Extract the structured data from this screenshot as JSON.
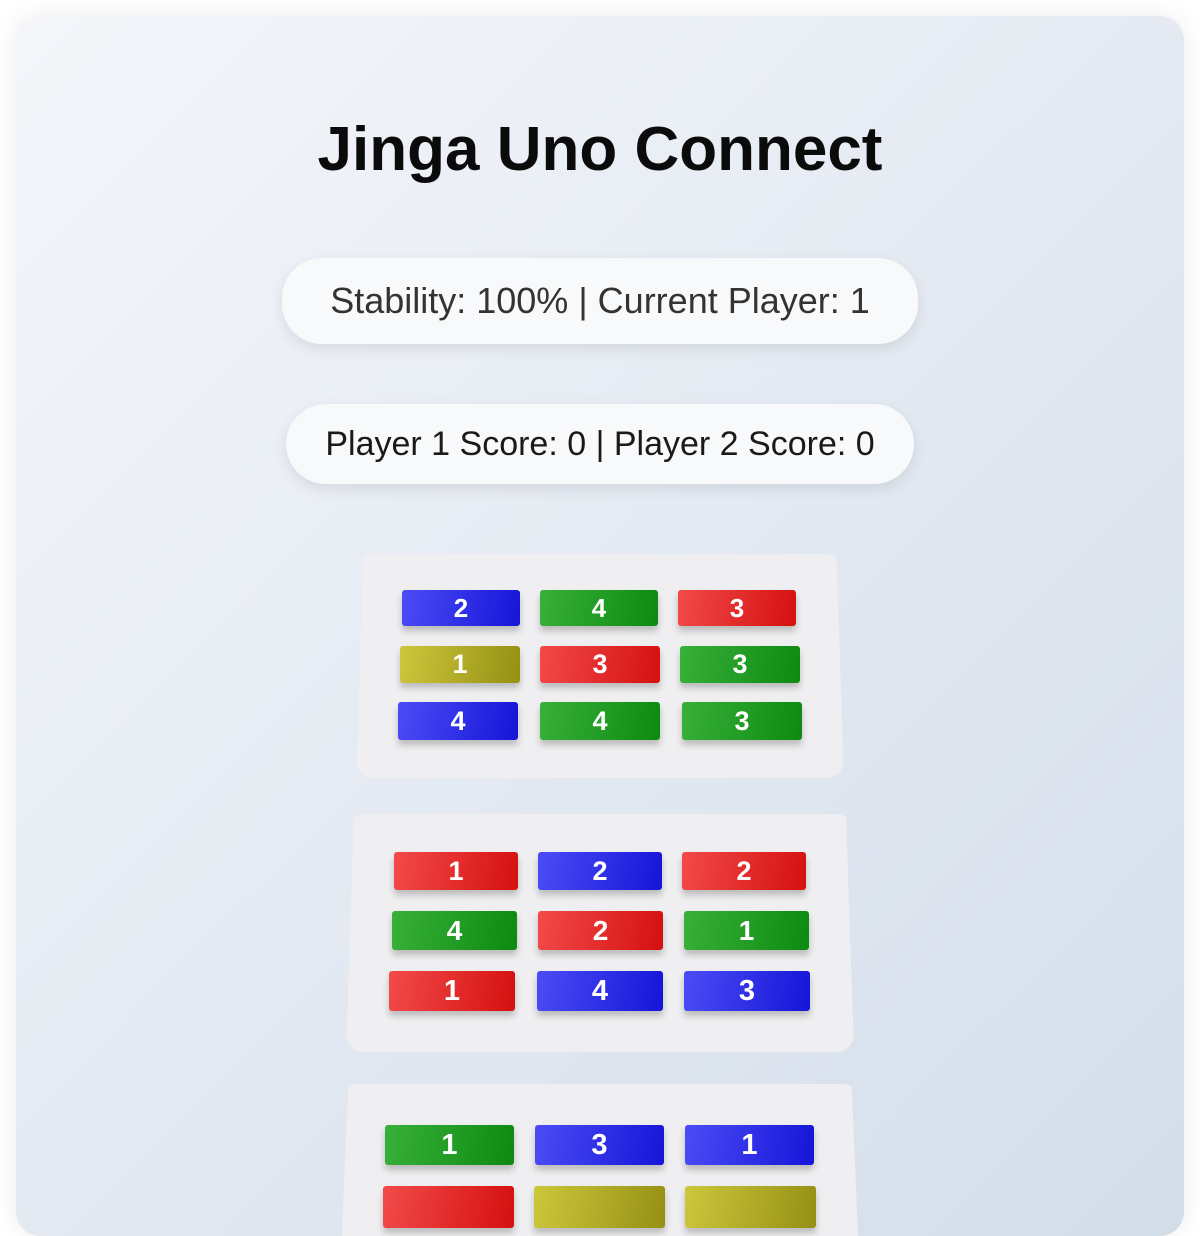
{
  "game": {
    "title": "Jinga Uno Connect",
    "status_text": "Stability: 100% | Current Player: 1",
    "score_text": "Player 1 Score: 0 | Player 2 Score: 0",
    "stability_percent": 100,
    "current_player": 1,
    "scores": [
      0,
      0
    ]
  },
  "colors": {
    "blue": "#2a2ae6",
    "green": "#1e9c22",
    "red": "#e42a2a",
    "yellow": "#b3ad28"
  },
  "layers": [
    {
      "rows": [
        [
          {
            "value": "2",
            "color": "blue"
          },
          {
            "value": "4",
            "color": "green"
          },
          {
            "value": "3",
            "color": "red"
          }
        ],
        [
          {
            "value": "1",
            "color": "yellow"
          },
          {
            "value": "3",
            "color": "red"
          },
          {
            "value": "3",
            "color": "green"
          }
        ],
        [
          {
            "value": "4",
            "color": "blue"
          },
          {
            "value": "4",
            "color": "green"
          },
          {
            "value": "3",
            "color": "green"
          }
        ]
      ]
    },
    {
      "rows": [
        [
          {
            "value": "1",
            "color": "red"
          },
          {
            "value": "2",
            "color": "blue"
          },
          {
            "value": "2",
            "color": "red"
          }
        ],
        [
          {
            "value": "4",
            "color": "green"
          },
          {
            "value": "2",
            "color": "red"
          },
          {
            "value": "1",
            "color": "green"
          }
        ],
        [
          {
            "value": "1",
            "color": "red"
          },
          {
            "value": "4",
            "color": "blue"
          },
          {
            "value": "3",
            "color": "blue"
          }
        ]
      ]
    },
    {
      "rows": [
        [
          {
            "value": "1",
            "color": "green"
          },
          {
            "value": "3",
            "color": "blue"
          },
          {
            "value": "1",
            "color": "blue"
          }
        ],
        [
          {
            "value": "",
            "color": "red"
          },
          {
            "value": "",
            "color": "yellow"
          },
          {
            "value": "",
            "color": "yellow"
          }
        ]
      ]
    }
  ]
}
